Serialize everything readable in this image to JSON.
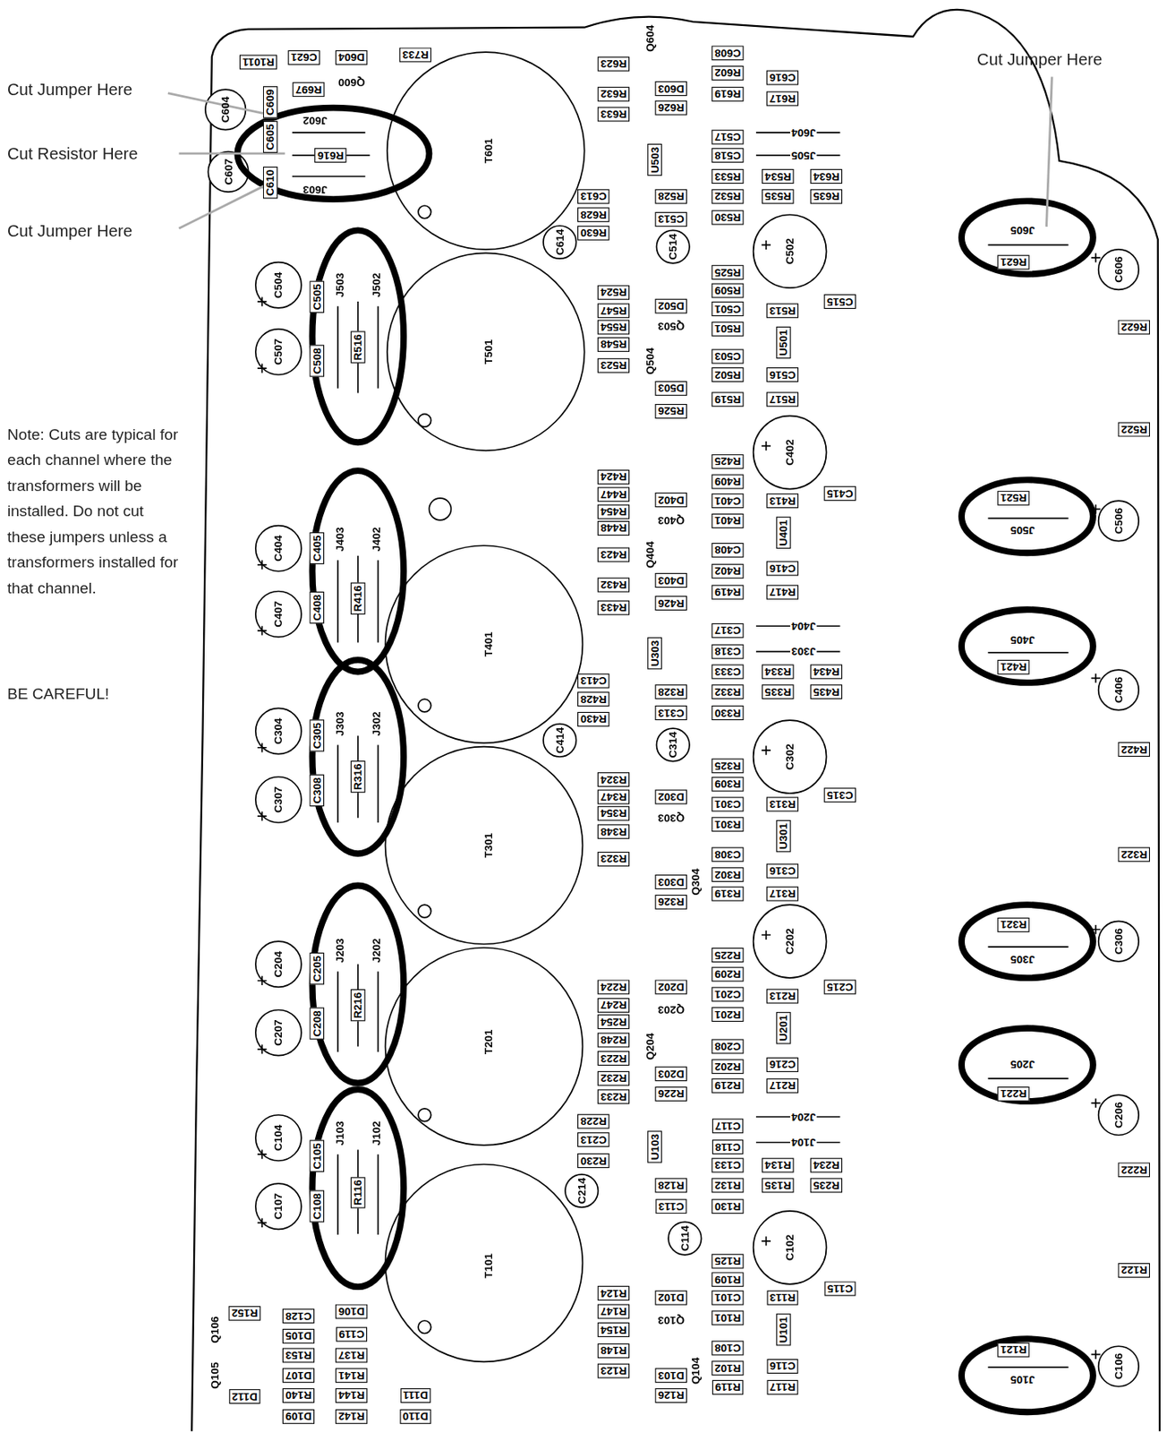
{
  "diagram": {
    "labels": [
      "Cut Jumper Here",
      "Cut Resistor Here",
      "Cut Jumper Here",
      "Note: Cuts are typical for each channel where the transformers will be installed. Do not cut these jumpers unless a transformers installed for that channel.",
      "BE CAREFUL!",
      "Cut Jumper Here",
      "R1011",
      "C621",
      "D604",
      "R733",
      "R697",
      "Q600",
      "C604",
      "C609",
      "C605",
      "J602",
      "R616",
      "J603",
      "C607",
      "C610",
      "C504",
      "C507",
      "C505",
      "C508",
      "J503",
      "J502",
      "R516",
      "C404",
      "C407",
      "C405",
      "C408",
      "J403",
      "J402",
      "R416",
      "C304",
      "C307",
      "C305",
      "C308",
      "J303",
      "J302",
      "R316",
      "C204",
      "C207",
      "C205",
      "C208",
      "J203",
      "J202",
      "R216",
      "C104",
      "C107",
      "C105",
      "C108",
      "J103",
      "J102",
      "R116",
      "T601",
      "T501",
      "T401",
      "T301",
      "T201",
      "T101",
      "R623",
      "Q604",
      "C608",
      "R602",
      "R619",
      "D603",
      "R626",
      "R632",
      "R633",
      "C616",
      "R617",
      "U503",
      "C517",
      "J604",
      "C518",
      "J505",
      "R533",
      "R534",
      "R634",
      "R532",
      "R535",
      "R635",
      "R528",
      "C513",
      "C613",
      "R628",
      "R630",
      "C614",
      "C514",
      "R530",
      "C502",
      "R524",
      "R547",
      "R554",
      "R548",
      "R523",
      "D502",
      "Q503",
      "Q504",
      "D503",
      "R526",
      "R525",
      "R509",
      "C501",
      "R501",
      "C503",
      "R502",
      "R519",
      "R513",
      "U501",
      "C516",
      "R517",
      "C515",
      "R424",
      "R447",
      "R454",
      "R448",
      "R423",
      "D402",
      "Q403",
      "Q404",
      "D403",
      "R426",
      "R425",
      "R409",
      "C401",
      "R401",
      "C408",
      "R402",
      "R419",
      "C402",
      "R413",
      "U401",
      "C416",
      "R417",
      "C415",
      "R432",
      "R433",
      "U303",
      "C317",
      "J404",
      "C318",
      "J303",
      "C333",
      "R334",
      "R434",
      "R332",
      "R335",
      "R435",
      "R328",
      "C313",
      "C413",
      "R428",
      "R430",
      "C414",
      "C314",
      "R330",
      "C302",
      "R324",
      "R347",
      "R354",
      "R348",
      "R323",
      "D302",
      "Q303",
      "Q304",
      "D303",
      "R326",
      "R325",
      "R309",
      "C301",
      "R301",
      "C308",
      "R302",
      "R319",
      "R313",
      "U301",
      "C316",
      "R317",
      "C315",
      "R224",
      "R247",
      "R254",
      "R248",
      "R223",
      "R232",
      "R233",
      "D202",
      "Q203",
      "Q204",
      "D203",
      "R226",
      "R225",
      "R209",
      "C201",
      "R201",
      "C208",
      "R202",
      "R219",
      "C202",
      "R213",
      "U201",
      "C216",
      "R217",
      "C215",
      "R228",
      "C213",
      "R230",
      "C214",
      "U103",
      "C117",
      "J204",
      "C118",
      "J104",
      "C133",
      "R134",
      "R234",
      "R132",
      "R135",
      "R235",
      "R128",
      "C113",
      "R130",
      "C114",
      "C102",
      "R124",
      "R147",
      "R154",
      "R148",
      "R123",
      "D102",
      "Q103",
      "Q104",
      "D103",
      "R126",
      "R125",
      "R109",
      "C101",
      "R101",
      "C108",
      "R102",
      "R119",
      "R113",
      "U101",
      "C116",
      "R117",
      "C115",
      "R152",
      "Q106",
      "Q105",
      "D112",
      "C128",
      "D105",
      "R153",
      "D107",
      "R140",
      "D109",
      "D106",
      "C119",
      "R137",
      "R141",
      "R144",
      "R142",
      "D111",
      "D110",
      "J605",
      "R621",
      "C606",
      "R622",
      "R522",
      "R521",
      "J505",
      "C506",
      "J405",
      "R421",
      "C406",
      "R422",
      "R322",
      "R321",
      "J305",
      "C306",
      "J205",
      "R221",
      "C206",
      "R222",
      "R122",
      "R121",
      "J105",
      "C106"
    ]
  }
}
